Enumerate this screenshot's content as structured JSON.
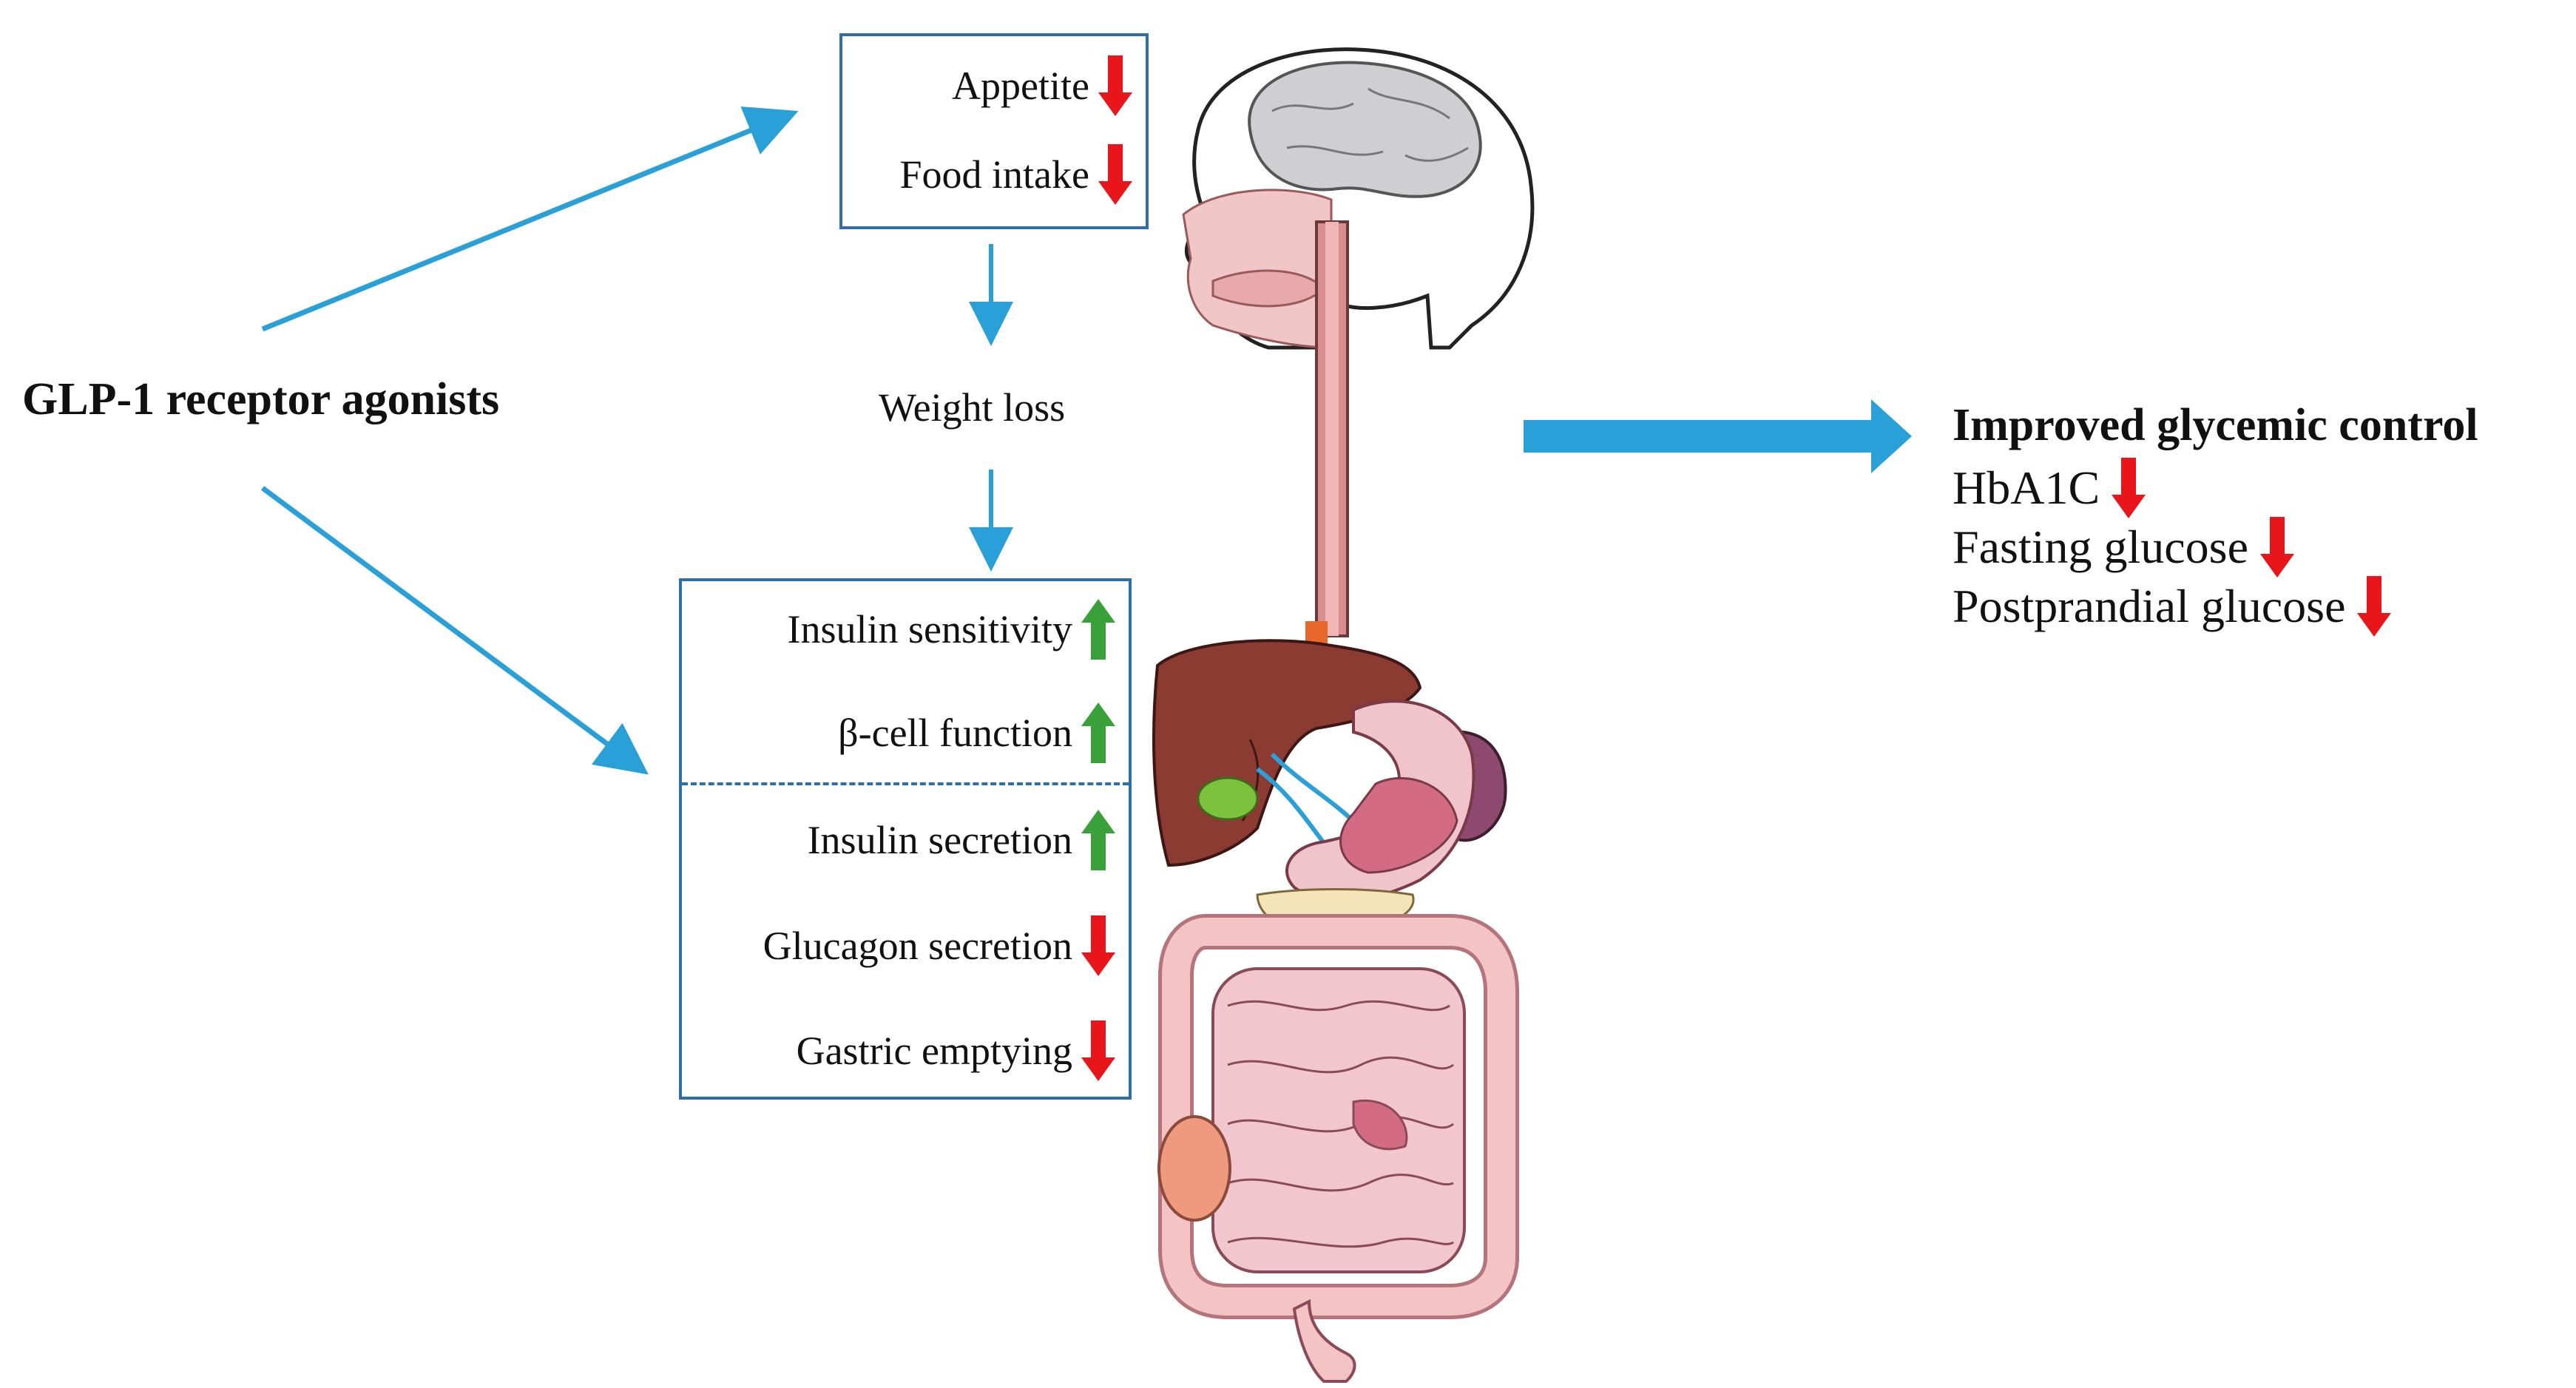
{
  "agonist": {
    "label": "GLP-1 receptor agonists"
  },
  "top_box": {
    "items": [
      {
        "label": "Appetite",
        "direction": "down"
      },
      {
        "label": "Food intake",
        "direction": "down"
      }
    ]
  },
  "weight_loss": {
    "label": "Weight loss"
  },
  "bottom_box": {
    "items": [
      {
        "label": "Insulin sensitivity",
        "direction": "up"
      },
      {
        "label": "β-cell function",
        "direction": "up"
      },
      {
        "label": "Insulin secretion",
        "direction": "up"
      },
      {
        "label": "Glucagon secretion",
        "direction": "down"
      },
      {
        "label": "Gastric emptying",
        "direction": "down"
      }
    ]
  },
  "outcome": {
    "title": "Improved glycemic control",
    "items": [
      {
        "label": "HbA1C",
        "direction": "down"
      },
      {
        "label": "Fasting glucose",
        "direction": "down"
      },
      {
        "label": "Postprandial glucose",
        "direction": "down"
      }
    ]
  },
  "colors": {
    "flow_arrow": "#2aa0d8",
    "box_border": "#2f6fa8",
    "down_arrow": "#e8161b",
    "up_arrow": "#3aa13a"
  },
  "icons": [
    "down-arrow-icon",
    "up-arrow-icon",
    "anatomy-illustration"
  ]
}
